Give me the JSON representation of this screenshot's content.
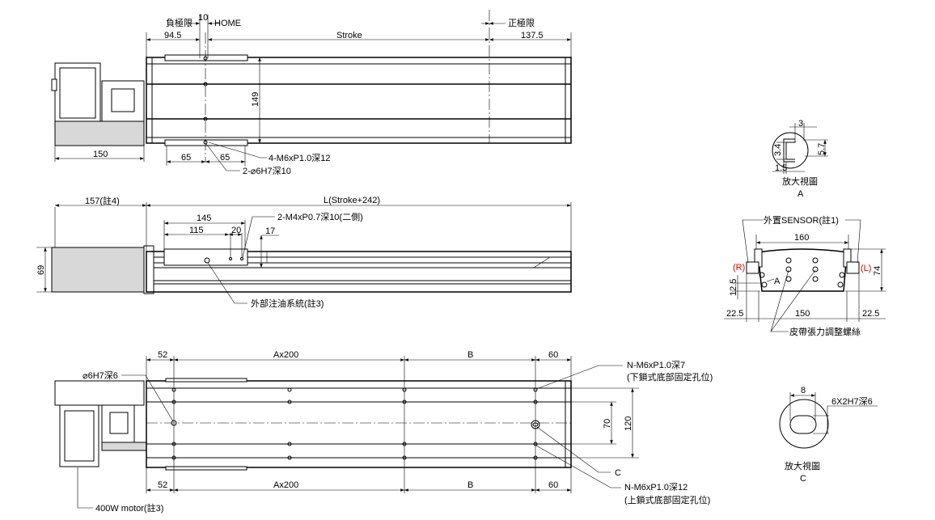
{
  "top_view": {
    "neg_limit": "負極限",
    "home_offset": "10",
    "home": "HOME",
    "pos_limit": "正極限",
    "dim_left": "94.5",
    "dim_stroke": "Stroke",
    "dim_right": "137.5",
    "dim_height": "149",
    "dim_motor": "150",
    "dim_65a": "65",
    "dim_65b": "65",
    "note_tapped": "4-M6xP1.0深12",
    "note_pin": "2-⌀6H7深10"
  },
  "side_view": {
    "dim_motor": "157(註4)",
    "dim_length": "L(Stroke+242)",
    "dim_height": "69",
    "dim_145": "145",
    "dim_115": "115",
    "dim_20": "20",
    "dim_17": "17",
    "note_side_tap": "2-M4xP0.7深10(二側)",
    "note_oil": "外部注油系統(註3)"
  },
  "bottom_view": {
    "dims_top": [
      "52",
      "Ax200",
      "B",
      "60"
    ],
    "dims_bottom": [
      "52",
      "Ax200",
      "B",
      "60"
    ],
    "dim_70": "70",
    "dim_120": "120",
    "note_pin": "⌀6H7深6",
    "note_lower_1": "N-M6xP1.0深7",
    "note_lower_2": "(下鎖式底部固定孔位)",
    "note_c": "C",
    "note_upper_1": "N-M6xP1.0深12",
    "note_upper_2": "(上鎖式底部固定孔位)",
    "note_motor": "400W motor(註3)"
  },
  "detail_a": {
    "dim_3": "3",
    "dim_3_4": "3.4",
    "dim_5_7": "5.7",
    "dim_1_5": "1.5",
    "caption": "放大視圖",
    "letter": "A"
  },
  "end_view": {
    "sensor": "外置SENSOR(註1)",
    "dim_160": "160",
    "dim_74": "74",
    "r_label": "(R)",
    "l_label": "(L)",
    "a_label": "A",
    "dim_12_5": "12.5",
    "dim_22_5_left": "22.5",
    "dim_150": "150",
    "dim_22_5_right": "22.5",
    "belt_note": "皮帶張力調整螺絲",
    "sensor_color": "#e00000"
  },
  "detail_c": {
    "dim_8": "8",
    "note": "6X2H7深6",
    "caption": "放大視圖",
    "letter": "C"
  }
}
